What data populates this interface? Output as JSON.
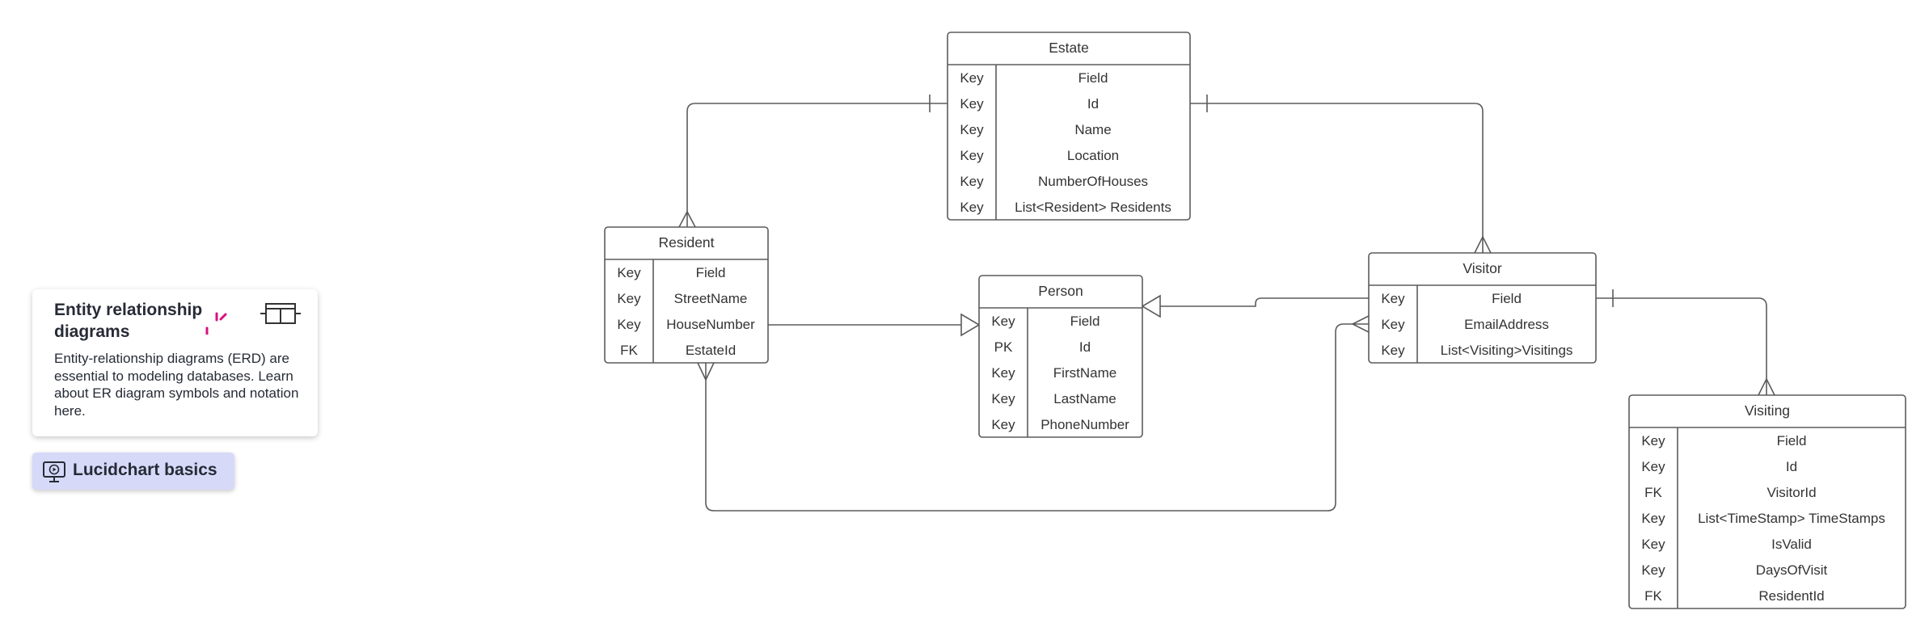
{
  "sidebar": {
    "card_title": "Entity relationship diagrams",
    "card_body": "Entity-relationship diagrams (ERD) are essential to modeling databases. Learn about ER diagram symbols and notation here.",
    "basics_button": "Lucidchart basics"
  },
  "colors": {
    "line": "#5b5b5b",
    "text": "#333333",
    "sparkle": "#d6127e",
    "button_bg": "#d7d9f8"
  },
  "entities": {
    "estate": {
      "title": "Estate",
      "rows": [
        {
          "key": "Key",
          "field": "Field"
        },
        {
          "key": "Key",
          "field": "Id"
        },
        {
          "key": "Key",
          "field": "Name"
        },
        {
          "key": "Key",
          "field": "Location"
        },
        {
          "key": "Key",
          "field": "NumberOfHouses"
        },
        {
          "key": "Key",
          "field": "List<Resident> Residents"
        }
      ]
    },
    "resident": {
      "title": "Resident",
      "rows": [
        {
          "key": "Key",
          "field": "Field"
        },
        {
          "key": "Key",
          "field": "StreetName"
        },
        {
          "key": "Key",
          "field": "HouseNumber"
        },
        {
          "key": "FK",
          "field": "EstateId"
        }
      ]
    },
    "person": {
      "title": "Person",
      "rows": [
        {
          "key": "Key",
          "field": "Field"
        },
        {
          "key": "PK",
          "field": "Id"
        },
        {
          "key": "Key",
          "field": "FirstName"
        },
        {
          "key": "Key",
          "field": "LastName"
        },
        {
          "key": "Key",
          "field": "PhoneNumber"
        }
      ]
    },
    "visitor": {
      "title": "Visitor",
      "rows": [
        {
          "key": "Key",
          "field": "Field"
        },
        {
          "key": "Key",
          "field": "EmailAddress"
        },
        {
          "key": "Key",
          "field": "List<Visiting>Visitings"
        }
      ]
    },
    "visiting": {
      "title": "Visiting",
      "rows": [
        {
          "key": "Key",
          "field": "Field"
        },
        {
          "key": "Key",
          "field": "Id"
        },
        {
          "key": "FK",
          "field": "VisitorId"
        },
        {
          "key": "Key",
          "field": "List<TimeStamp> TimeStamps"
        },
        {
          "key": "Key",
          "field": "IsValid"
        },
        {
          "key": "Key",
          "field": "DaysOfVisit"
        },
        {
          "key": "FK",
          "field": "ResidentId"
        }
      ]
    }
  }
}
